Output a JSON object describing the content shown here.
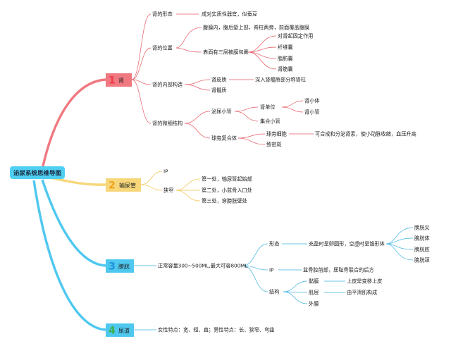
{
  "root": {
    "label": "泌尿系统思维导图",
    "color": "#4fd0f2"
  },
  "colors": {
    "kidney": "#f07880",
    "ureter": "#f7d77a",
    "bladder": "#4fc8f0",
    "urethra": "#4fc8f0",
    "num_kidney": "#ee3b47",
    "num_ureter": "#f0a020",
    "num_bladder": "#1f90d8",
    "num_urethra": "#3cb04a"
  },
  "kidney": {
    "num": "1",
    "label": "肾",
    "shape": {
      "label": "肾的形态",
      "value": "成对实质性器官，似蚕豆"
    },
    "position": {
      "label": "肾的位置",
      "detail1": "腹膜内，腹后壁上部，脊柱两旁，前面覆盖腹膜",
      "detail2": "表面有三层被膜包裹",
      "layers": [
        "对肾起固定作用",
        "纤维囊",
        "脂肪囊",
        "肾筋囊"
      ]
    },
    "internal": {
      "label": "肾的内部构造",
      "cortex": "肾皮质",
      "cortex_note": "深入肾髓质部分称肾柱",
      "medulla": "肾髓质"
    },
    "micro": {
      "label": "肾的微细结构",
      "tubule": "泌尿小管",
      "nephron": "肾单位",
      "nephron_items": [
        "肾小体",
        "肾小管"
      ],
      "collecting": "集合小管",
      "juxta": "球旁复合体",
      "juxta_cell": "球旁细胞",
      "juxta_note": "可合成和分泌肾素，使小动脉收缩，血压升高",
      "macula": "致密斑"
    }
  },
  "ureter": {
    "num": "2",
    "label": "输尿管",
    "top": "IP",
    "narrow": "狭窄",
    "narrow_items": [
      "第一处，输尿管起始部",
      "第二处，小盆骨入口处",
      "第三处，穿膀胱壁处"
    ]
  },
  "bladder": {
    "num": "3",
    "label": "膀胱",
    "capacity": "正常容量300~500ML,最大可容800ML",
    "form": "形态",
    "form_note": "充盈时呈卵圆形，空虚时呈锥形体",
    "form_items": [
      "膀胱尖",
      "膀胱体",
      "膀胱底",
      "膀胱颈"
    ],
    "ip": "IP",
    "ip_note": "盆骨腔前部，居耻骨联合的后方",
    "structure": "结构",
    "mucosa": "黏膜",
    "mucosa_note": "上皮是变移上皮",
    "muscle": "肌层",
    "muscle_note": "由平滑肌构成",
    "adventitia": "外膜"
  },
  "urethra": {
    "num": "4",
    "label": "尿道",
    "note": "女性特点：宽、短、直；男性特点：长、狭窄、弯曲"
  }
}
